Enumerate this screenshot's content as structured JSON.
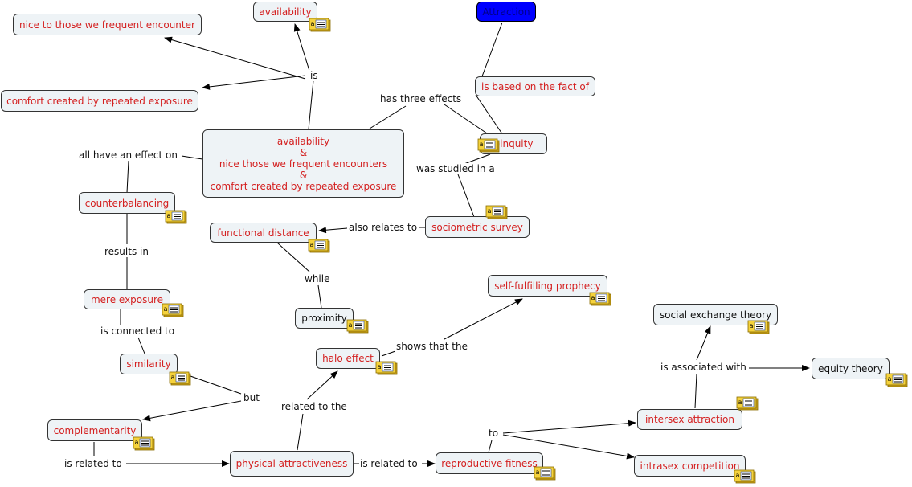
{
  "concepts": {
    "attraction": "Attraction",
    "availability": "availability",
    "nice_encounter": "nice to those we frequent encounter",
    "comfort_exposure": "comfort created by repeated exposure",
    "based_on_fact": "is based on the fact of",
    "central": "availability\n&\nnice those we frequent  encounters\n&\ncomfort  created by repeated exposure",
    "pinquity": "pinquity",
    "counterbalancing": "counterbalancing",
    "functional_distance": "functional distance",
    "sociometric_survey": "sociometric survey",
    "proximity": "proximity",
    "self_fulfilling": "self-fulfilling prophecy",
    "mere_exposure": "mere exposure",
    "social_exchange": "social exchange theory",
    "similarity": "similarity",
    "halo_effect": "halo effect",
    "equity_theory": "equity theory",
    "complementarity": "complementarity",
    "intersex_attraction": "intersex attraction",
    "physical_attractiveness": "physical attractiveness",
    "reproductive_fitness": "reproductive fitness",
    "intrasex_competition": "intrasex competition"
  },
  "linking_phrases": {
    "is": "is",
    "has_three_effects": "has three effects",
    "all_have_effect": "all have an effect on",
    "was_studied_in": "was studied in a",
    "also_relates_to": "also relates to",
    "results_in": "results in",
    "while": "while",
    "is_connected_to": "is connected to",
    "shows_that_the": "shows that the",
    "is_associated_with": "is associated with",
    "but": "but",
    "related_to_the": "related to the",
    "to": "to",
    "is_related_to_left": "is related to",
    "is_related_to_right": "is related to"
  },
  "colors": {
    "concept_text": "#d42020",
    "concept_fill": "#eef3f6",
    "root_fill": "#0000ff",
    "note_icon": "#f5d23c"
  },
  "icons": {
    "annotation": "note-annotation-icon"
  }
}
